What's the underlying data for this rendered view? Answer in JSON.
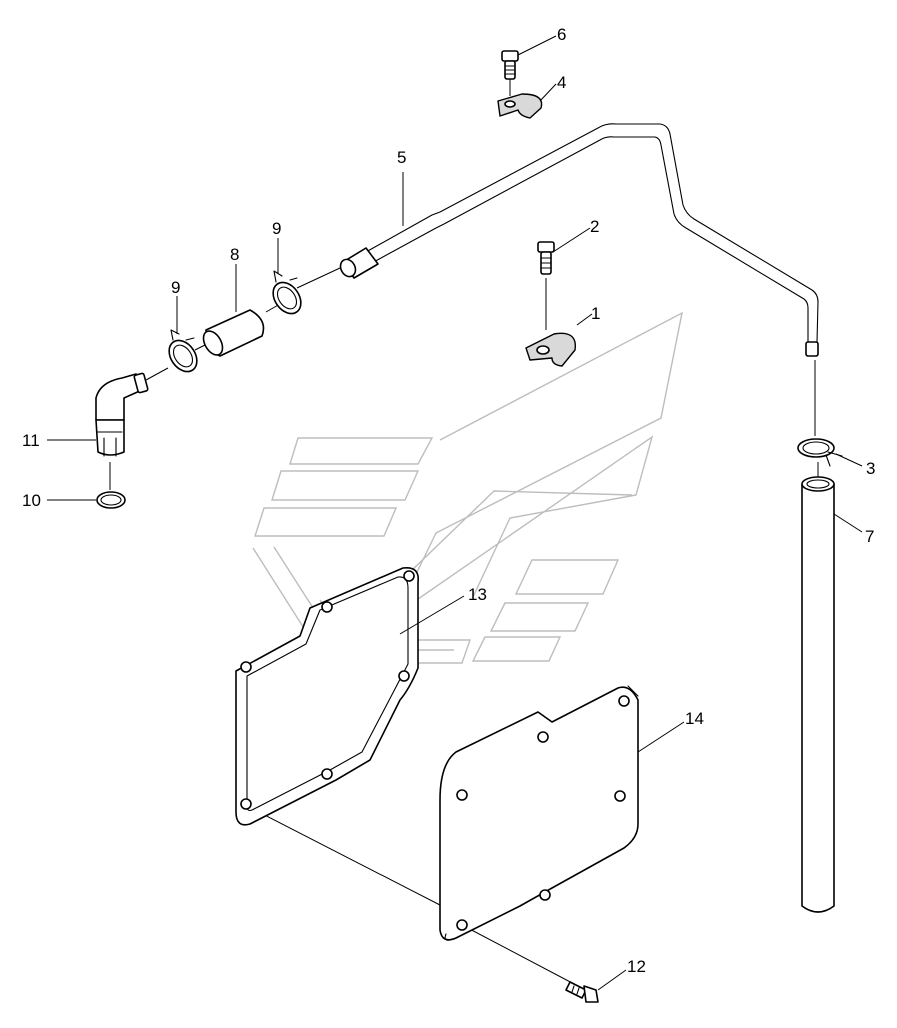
{
  "callouts": [
    {
      "key": "c1",
      "text": "1"
    },
    {
      "key": "c2",
      "text": "2"
    },
    {
      "key": "c3",
      "text": "3"
    },
    {
      "key": "c4",
      "text": "4"
    },
    {
      "key": "c5",
      "text": "5"
    },
    {
      "key": "c6",
      "text": "6"
    },
    {
      "key": "c7",
      "text": "7"
    },
    {
      "key": "c8",
      "text": "8"
    },
    {
      "key": "c9a",
      "text": "9"
    },
    {
      "key": "c9b",
      "text": "9"
    },
    {
      "key": "c10",
      "text": "10"
    },
    {
      "key": "c11",
      "text": "11"
    },
    {
      "key": "c12",
      "text": "12"
    },
    {
      "key": "c13",
      "text": "13"
    },
    {
      "key": "c14",
      "text": "14"
    }
  ],
  "labels": {
    "c1": "1",
    "c2": "2",
    "c3": "3",
    "c4": "4",
    "c5": "5",
    "c6": "6",
    "c7": "7",
    "c8": "8",
    "c9a": "9",
    "c9b": "9",
    "c10": "10",
    "c11": "11",
    "c12": "12",
    "c13": "13",
    "c14": "14"
  },
  "colors": {
    "line": "#000000",
    "watermark": "#bdbdbd",
    "background": "#ffffff"
  }
}
